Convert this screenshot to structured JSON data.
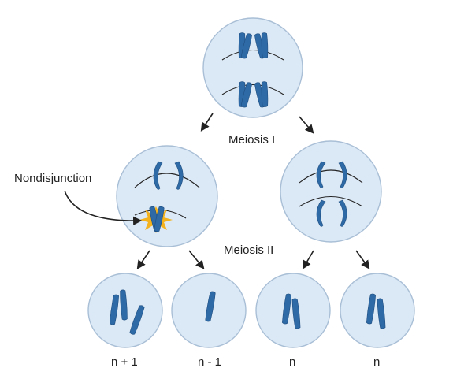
{
  "labels": {
    "meiosis_1": "Meiosis I",
    "meiosis_2": "Meiosis II",
    "nondisjunction": "Nondisjunction"
  },
  "gametes": [
    {
      "label": "n + 1"
    },
    {
      "label": "n - 1"
    },
    {
      "label": "n"
    },
    {
      "label": "n"
    }
  ],
  "colors": {
    "cell_fill": "#dbe8f5",
    "cell_stroke": "#a9bfd6",
    "chromosome": "#2e6aa6",
    "error_burst": "#f4b21c"
  }
}
